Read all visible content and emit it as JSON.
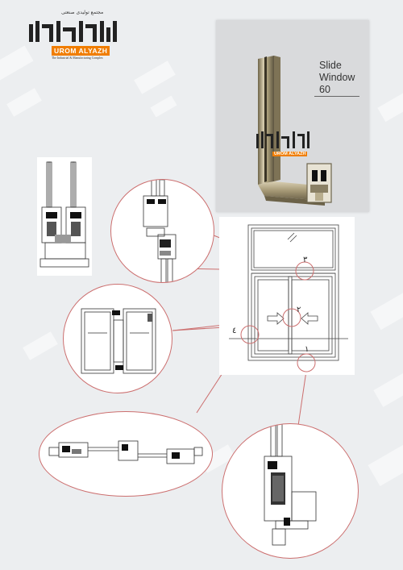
{
  "brand": {
    "name_fa": "ارم آلیاژ",
    "tagline_fa": "مجتمع تولیدی صنعتی",
    "name_en": "UROM ALYAZH",
    "subtitle": "The Industrial & Manufacturing Complex"
  },
  "product": {
    "title_line1": "Slide",
    "title_line2": "Window",
    "title_line3": "60",
    "watermark_name_en": "UROM ALYAZH"
  },
  "diagram": {
    "marker_1": "۱",
    "marker_2": "۲",
    "marker_3": "۳",
    "marker_4": "٤"
  },
  "colors": {
    "accent": "#f07d00",
    "callout_line": "#cc6f6f",
    "background": "#eceef0"
  }
}
